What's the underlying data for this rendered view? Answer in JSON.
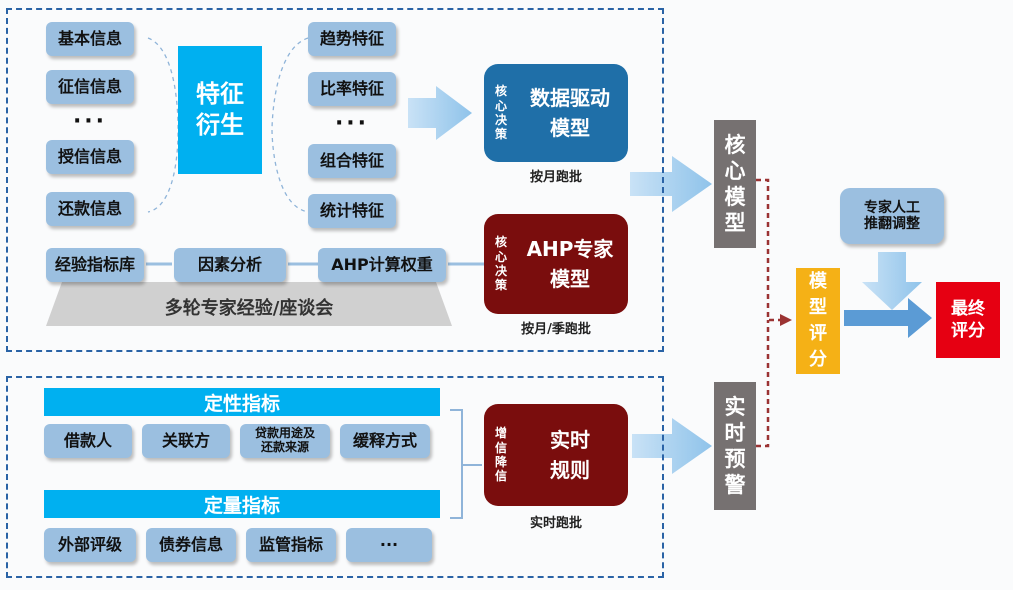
{
  "top": {
    "left_items": [
      "基本信息",
      "征信信息",
      "···",
      "授信信息",
      "还款信息"
    ],
    "feature_box": "特征\n衍生",
    "right_items": [
      "趋势特征",
      "比率特征",
      "···",
      "组合特征",
      "统计特征"
    ],
    "ahp_row": [
      "经验指标库",
      "因素分析",
      "AHP计算权重"
    ],
    "expert_banner": "多轮专家经验/座谈会",
    "data_model": {
      "side": "核\n心\n决\n策",
      "title": "数据驱动\n模型",
      "caption": "按月跑批"
    },
    "ahp_model": {
      "side": "核\n心\n决\n策",
      "title": "AHP专家\n模型",
      "caption": "按月/季跑批"
    }
  },
  "bottom": {
    "qual_title": "定性指标",
    "qual_items": [
      "借款人",
      "关联方",
      "贷款用途及\n还款来源",
      "缓释方式"
    ],
    "quant_title": "定量指标",
    "quant_items": [
      "外部评级",
      "债券信息",
      "监管指标",
      "···"
    ],
    "rule_model": {
      "side": "增\n信\n降\n信",
      "title": "实时\n规则",
      "caption": "实时跑批"
    }
  },
  "right": {
    "core_model": "核\n心\n模\n型",
    "realtime_alert": "实\n时\n预\n警",
    "model_score": "模\n型\n评\n分",
    "manual_override": "专家人工\n推翻调整",
    "final_score": "最终\n评分"
  },
  "colors": {
    "frame": "#2a63a6",
    "pill": "#9bbfe0",
    "cyan": "#00b0f0",
    "blue_model": "#1f6fa8",
    "red_model": "#7a0d0d",
    "gray": "#767171",
    "yellow": "#f5b116",
    "red": "#e60012",
    "arrow": "#8fc3ea",
    "dashed_red": "#9b3333"
  }
}
